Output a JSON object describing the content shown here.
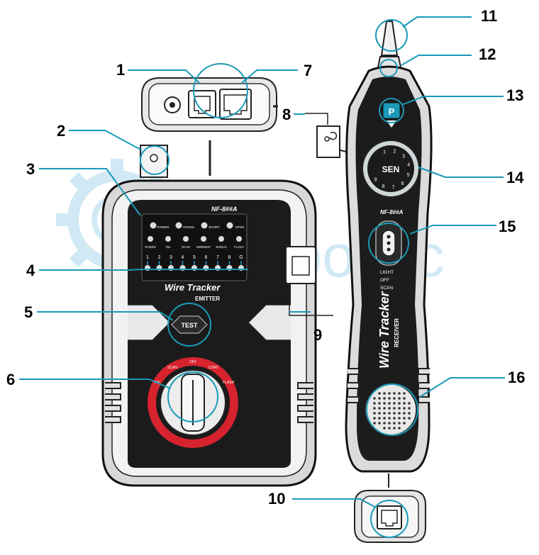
{
  "watermark": "Hepoinic",
  "emitter": {
    "model": "NF-8##A",
    "brand": "Wire Tracker",
    "subtitle": "EMITTER",
    "leds_top": [
      "POWER",
      "CROSS",
      "SHORT",
      "OPEN"
    ],
    "leds_mid": [
      "PAIRED",
      "TEL",
      "SCAN",
      "WIREMAP",
      "SHIELD",
      "FLASH"
    ],
    "pins": [
      "1",
      "2",
      "3",
      "4",
      "5",
      "6",
      "7",
      "8",
      "G"
    ],
    "test_label": "TEST",
    "dial_modes": [
      "INF",
      "SCAN",
      "OFF",
      "CONT",
      "FLASH"
    ]
  },
  "receiver": {
    "model": "NF-8##A",
    "brand": "Wire Tracker",
    "subtitle": "RECEIVER",
    "p_button": "P",
    "sen_label": "SEN",
    "dial_digits": [
      "1",
      "2",
      "3",
      "4",
      "5",
      "6",
      "7",
      "8",
      "9"
    ],
    "switch_labels": [
      "LIGHT",
      "OFF",
      "SCAN"
    ]
  },
  "callouts": [
    "1",
    "2",
    "3",
    "4",
    "5",
    "6",
    "7",
    "8",
    "9",
    "10",
    "11",
    "12",
    "13",
    "14",
    "15",
    "16"
  ]
}
